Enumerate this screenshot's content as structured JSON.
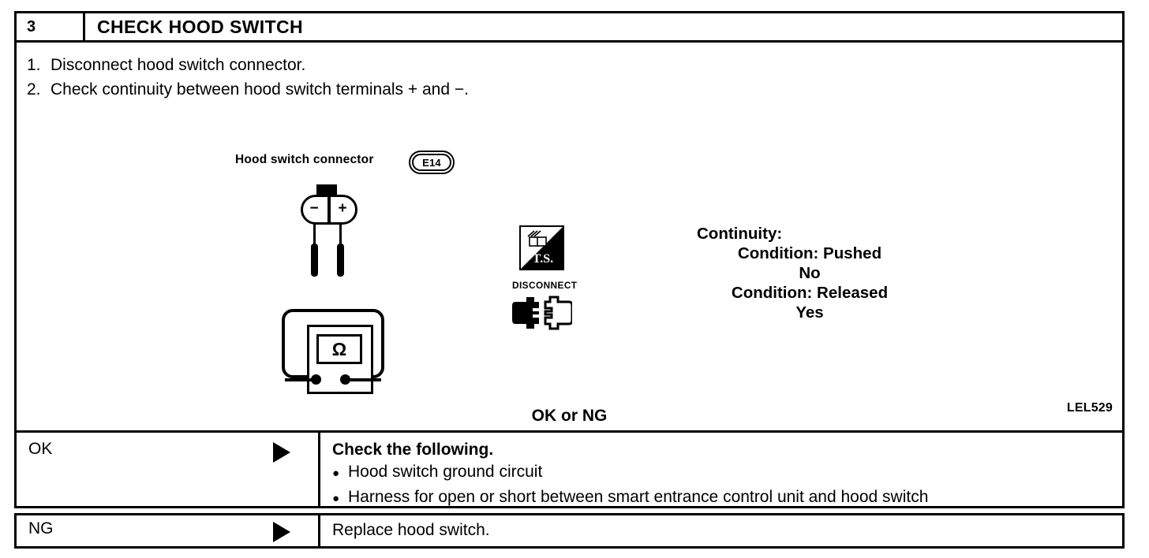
{
  "header": {
    "step_number": "3",
    "title": "CHECK HOOD SWITCH"
  },
  "instructions": [
    {
      "num": "1.",
      "text": "Disconnect hood switch connector."
    },
    {
      "num": "2.",
      "text": "Check continuity between hood switch terminals + and −."
    }
  ],
  "figure": {
    "connector_label": "Hood switch connector",
    "connector_code": "E14",
    "terminal_minus": "−",
    "terminal_plus": "+",
    "meter_symbol": "Ω",
    "tool_icon_label": "T.S.",
    "disconnect_label": "DISCONNECT",
    "reference_code": "LEL529"
  },
  "continuity": {
    "heading": "Continuity:",
    "rows": [
      {
        "condition": "Condition: Pushed",
        "result": "No"
      },
      {
        "condition": "Condition: Released",
        "result": "Yes"
      }
    ]
  },
  "judgement": {
    "label": "OK or NG"
  },
  "results": [
    {
      "verdict": "OK",
      "title": "Check the following.",
      "bullets": [
        "Hood switch ground circuit",
        "Harness for open or short between smart entrance control unit and hood switch"
      ]
    },
    {
      "verdict": "NG",
      "action": "Replace hood switch."
    }
  ],
  "bullet_glyph": "●"
}
